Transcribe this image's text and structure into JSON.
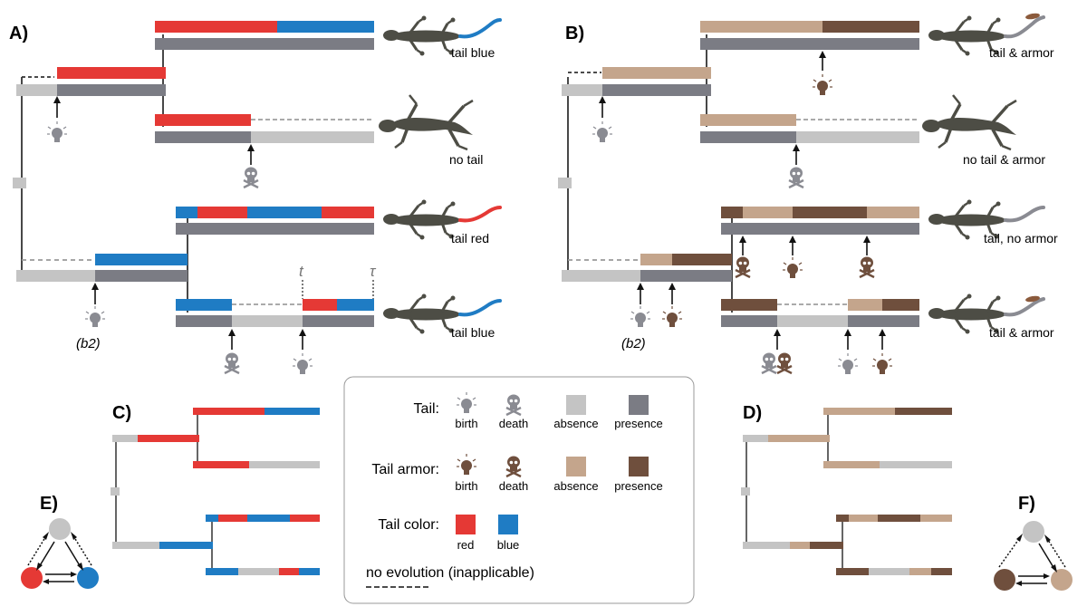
{
  "panels": {
    "A": "A)",
    "B": "B)",
    "C": "C)",
    "D": "D)",
    "E": "E)",
    "F": "F)"
  },
  "panelA": {
    "lizard_labels": [
      "tail blue",
      "no tail",
      "tail red",
      "tail blue"
    ],
    "b2_label": "(b2)",
    "t_label": "t",
    "tau_label": "τ"
  },
  "panelB": {
    "lizard_labels": [
      "tail & armor",
      "no tail & armor",
      "tail, no armor",
      "tail & armor"
    ],
    "b2_label": "(b2)"
  },
  "legend": {
    "tail_title": "Tail:",
    "armor_title": "Tail armor:",
    "color_title": "Tail color:",
    "birth": "birth",
    "death": "death",
    "absence": "absence",
    "presence": "presence",
    "red": "red",
    "blue": "blue",
    "no_evolution": "no evolution (inapplicable)"
  },
  "colors": {
    "red": "#e53935",
    "blue": "#1f7cc4",
    "tail_absent": "#c4c4c4",
    "tail_present": "#7b7c84",
    "armor_absent": "#c4a58c",
    "armor_present": "#6f4f3d",
    "lizard": "#4d4d45"
  }
}
